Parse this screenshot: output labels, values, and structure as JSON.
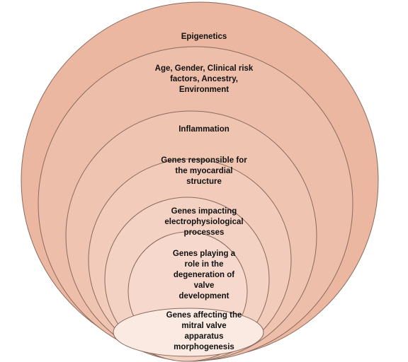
{
  "colors": {
    "outer_fill": "#ebb7a0",
    "inner_fill": "#f6d9cc",
    "innermost_fill": "#fbeae2",
    "stroke": "#8a6a5e"
  },
  "layers": [
    {
      "label": "Epigenetics"
    },
    {
      "label": "Age, Gender, Clinical risk\nfactors, Ancestry,\nEnvironment"
    },
    {
      "label": "Inflammation"
    },
    {
      "label": "Genes responsible for\nthe myocardial\nstructure"
    },
    {
      "label": "Genes impacting\nelectrophysiological\nprocesses"
    },
    {
      "label": "Genes playing a\nrole in the\ndegeneration of\nvalve\ndevelopment"
    },
    {
      "label": "Genes affecting the\nmitral valve\napparatus\nmorphogenesis"
    }
  ]
}
